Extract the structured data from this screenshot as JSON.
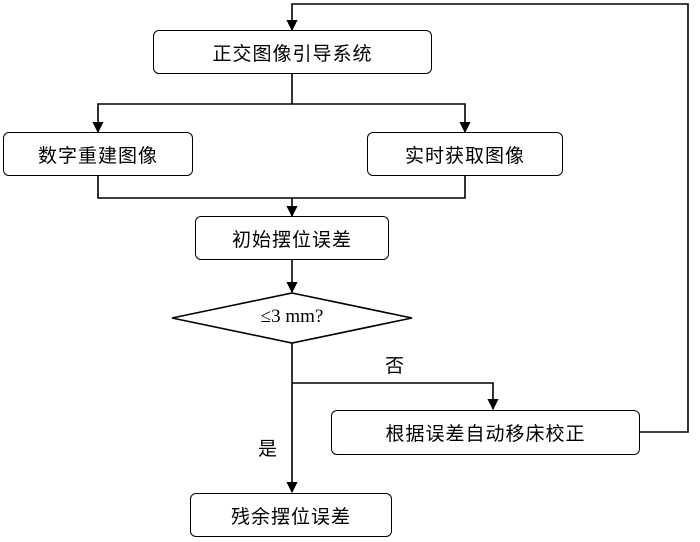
{
  "nodes": {
    "orthogonal_guidance": "正交图像引导系统",
    "digital_reconstruction": "数字重建图像",
    "realtime_acquisition": "实时获取图像",
    "initial_error": "初始摆位误差",
    "decision": "≤3 mm?",
    "auto_correction": "根据误差自动移床校正",
    "residual_error": "残余摆位误差"
  },
  "edge_labels": {
    "no": "否",
    "yes": "是"
  }
}
